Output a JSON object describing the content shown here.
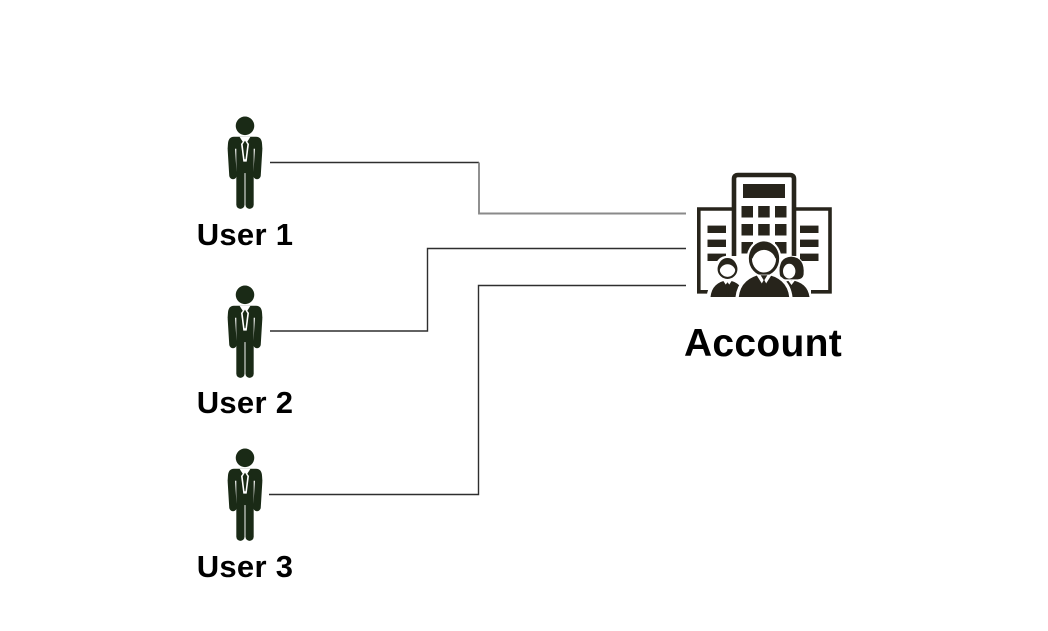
{
  "page": {
    "background": "#ffffff"
  },
  "diagram": {
    "type": "connection-diagram",
    "nodes": {
      "users": [
        {
          "id": "user1",
          "label": "User 1",
          "icon": "person-with-tie-icon"
        },
        {
          "id": "user2",
          "label": "User 2",
          "icon": "person-with-tie-icon"
        },
        {
          "id": "user3",
          "label": "User 3",
          "icon": "person-with-tie-icon"
        }
      ],
      "account": {
        "id": "account",
        "label": "Account",
        "icon": "accounting-office-building-with-team-icon"
      }
    },
    "connectors": [
      {
        "from": "user1",
        "to": "account",
        "style": "orthogonal"
      },
      {
        "from": "user2",
        "to": "account",
        "style": "orthogonal"
      },
      {
        "from": "user3",
        "to": "account",
        "style": "orthogonal"
      }
    ],
    "colors": {
      "user_icon": "#1a2a16",
      "account_icon": "#27241b",
      "connector": "#2e2e2e",
      "connector_light": "#8a8a8a",
      "label_text": "#000000"
    }
  }
}
